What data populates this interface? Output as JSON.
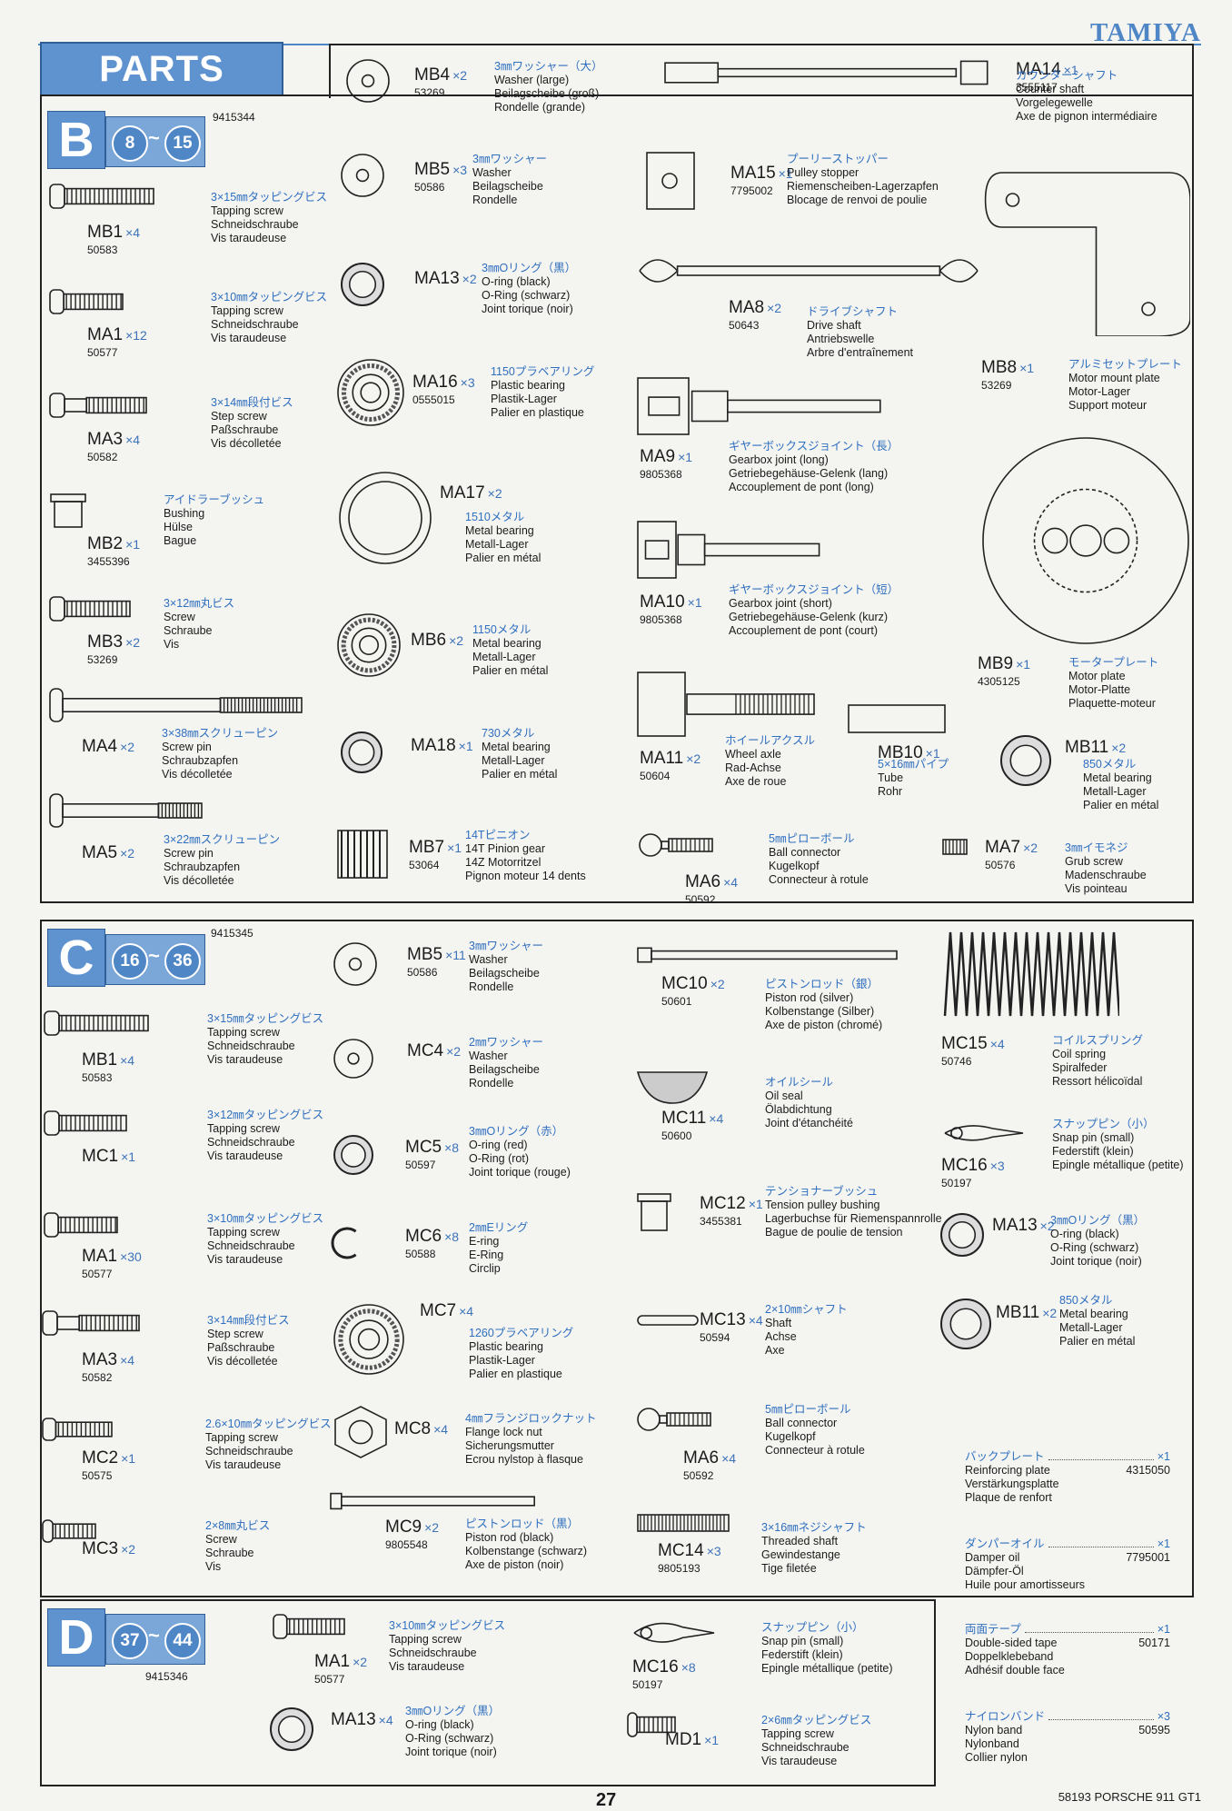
{
  "brand": "TAMIYA",
  "title": "PARTS",
  "footer": "58193 PORSCHE 911 GT1",
  "page_number": "27",
  "sections": {
    "B": {
      "letter": "B",
      "from": "8",
      "tilde": "~",
      "to": "15",
      "code": "9415344"
    },
    "C": {
      "letter": "C",
      "from": "16",
      "tilde": "~",
      "to": "36",
      "code": "9415345"
    },
    "D": {
      "letter": "D",
      "from": "37",
      "tilde": "~",
      "to": "44",
      "code": "9415346"
    }
  },
  "parts": [
    {
      "id": "b-mb1",
      "name": "MB1",
      "qty": "×4",
      "num": "50583",
      "jp": "3×15㎜タッピングビス",
      "en": "Tapping screw",
      "de": "Schneidschraube",
      "fr": "Vis taraudeuse"
    },
    {
      "id": "b-ma1",
      "name": "MA1",
      "qty": "×12",
      "num": "50577",
      "jp": "3×10㎜タッピングビス",
      "en": "Tapping screw",
      "de": "Schneidschraube",
      "fr": "Vis taraudeuse"
    },
    {
      "id": "b-ma3",
      "name": "MA3",
      "qty": "×4",
      "num": "50582",
      "jp": "3×14㎜段付ビス",
      "en": "Step screw",
      "de": "Paßschraube",
      "fr": "Vis décolletée"
    },
    {
      "id": "b-mb2",
      "name": "MB2",
      "qty": "×1",
      "num": "3455396",
      "jp": "アイドラーブッシュ",
      "en": "Bushing",
      "de": "Hülse",
      "fr": "Bague"
    },
    {
      "id": "b-mb3",
      "name": "MB3",
      "qty": "×2",
      "num": "53269",
      "jp": "3×12㎜丸ビス",
      "en": "Screw",
      "de": "Schraube",
      "fr": "Vis"
    },
    {
      "id": "b-ma4",
      "name": "MA4",
      "qty": "×2",
      "num": "",
      "jp": "3×38㎜スクリューピン",
      "en": "Screw pin",
      "de": "Schraubzapfen",
      "fr": "Vis décolletée"
    },
    {
      "id": "b-ma5",
      "name": "MA5",
      "qty": "×2",
      "num": "",
      "jp": "3×22㎜スクリューピン",
      "en": "Screw pin",
      "de": "Schraubzapfen",
      "fr": "Vis décolletée"
    },
    {
      "id": "b-mb4",
      "name": "MB4",
      "qty": "×2",
      "num": "53269",
      "jp": "3㎜ワッシャー（大）",
      "en": "Washer (large)",
      "de": "Beilagscheibe (groß)",
      "fr": "Rondelle (grande)"
    },
    {
      "id": "b-mb5",
      "name": "MB5",
      "qty": "×3",
      "num": "50586",
      "jp": "3㎜ワッシャー",
      "en": "Washer",
      "de": "Beilagscheibe",
      "fr": "Rondelle"
    },
    {
      "id": "b-ma13",
      "name": "MA13",
      "qty": "×2",
      "num": "",
      "jp": "3㎜Oリング（黒）",
      "en": "O-ring (black)",
      "de": "O-Ring (schwarz)",
      "fr": "Joint torique (noir)"
    },
    {
      "id": "b-ma16",
      "name": "MA16",
      "qty": "×3",
      "num": "0555015",
      "jp": "1150プラベアリング",
      "en": "Plastic bearing",
      "de": "Plastik-Lager",
      "fr": "Palier en plastique"
    },
    {
      "id": "b-ma17",
      "name": "MA17",
      "qty": "×2",
      "num": "",
      "jp": "1510メタル",
      "en": "Metal bearing",
      "de": "Metall-Lager",
      "fr": "Palier en métal"
    },
    {
      "id": "b-mb6",
      "name": "MB6",
      "qty": "×2",
      "num": "",
      "jp": "1150メタル",
      "en": "Metal bearing",
      "de": "Metall-Lager",
      "fr": "Palier en métal"
    },
    {
      "id": "b-ma18",
      "name": "MA18",
      "qty": "×1",
      "num": "",
      "jp": "730メタル",
      "en": "Metal bearing",
      "de": "Metall-Lager",
      "fr": "Palier en métal"
    },
    {
      "id": "b-mb7",
      "name": "MB7",
      "qty": "×1",
      "num": "53064",
      "jp": "14Tピニオン",
      "en": "14T Pinion gear",
      "de": "14Z Motorritzel",
      "fr": "Pignon moteur 14 dents"
    },
    {
      "id": "b-ma14",
      "name": "MA14",
      "qty": "×1",
      "num": "3555117",
      "jp": "カウンターシャフト",
      "en": "Counter shaft",
      "de": "Vorgelegewelle",
      "fr": "Axe de pignon intermédiaire"
    },
    {
      "id": "b-ma15",
      "name": "MA15",
      "qty": "×1",
      "num": "7795002",
      "jp": "プーリーストッパー",
      "en": "Pulley stopper",
      "de": "Riemenscheiben-Lagerzapfen",
      "fr": "Blocage de renvoi de poulie"
    },
    {
      "id": "b-ma8",
      "name": "MA8",
      "qty": "×2",
      "num": "50643",
      "jp": "ドライブシャフト",
      "en": "Drive shaft",
      "de": "Antriebswelle",
      "fr": "Arbre d'entraînement"
    },
    {
      "id": "b-mb8",
      "name": "MB8",
      "qty": "×1",
      "num": "53269",
      "jp": "アルミセットプレート",
      "en": "Motor mount plate",
      "de": "Motor-Lager",
      "fr": "Support moteur"
    },
    {
      "id": "b-ma9",
      "name": "MA9",
      "qty": "×1",
      "num": "9805368",
      "jp": "ギヤーボックスジョイント（長）",
      "en": "Gearbox joint (long)",
      "de": "Getriebegehäuse-Gelenk (lang)",
      "fr": "Accouplement de pont (long)"
    },
    {
      "id": "b-ma10",
      "name": "MA10",
      "qty": "×1",
      "num": "9805368",
      "jp": "ギヤーボックスジョイント（短）",
      "en": "Gearbox joint (short)",
      "de": "Getriebegehäuse-Gelenk (kurz)",
      "fr": "Accouplement de pont (court)"
    },
    {
      "id": "b-mb9",
      "name": "MB9",
      "qty": "×1",
      "num": "4305125",
      "jp": "モータープレート",
      "en": "Motor plate",
      "de": "Motor-Platte",
      "fr": "Plaquette-moteur"
    },
    {
      "id": "b-ma11",
      "name": "MA11",
      "qty": "×2",
      "num": "50604",
      "jp": "ホイールアクスル",
      "en": "Wheel axle",
      "de": "Rad-Achse",
      "fr": "Axe de roue"
    },
    {
      "id": "b-mb10",
      "name": "MB10",
      "qty": "×1",
      "num": "",
      "jp": "5×16㎜パイプ",
      "en": "Tube",
      "de": "Rohr",
      "fr": ""
    },
    {
      "id": "b-mb11",
      "name": "MB11",
      "qty": "×2",
      "num": "",
      "jp": "850メタル",
      "en": "Metal bearing",
      "de": "Metall-Lager",
      "fr": "Palier en métal"
    },
    {
      "id": "b-ma6",
      "name": "MA6",
      "qty": "×4",
      "num": "50592",
      "jp": "5㎜ピローボール",
      "en": "Ball connector",
      "de": "Kugelkopf",
      "fr": "Connecteur à rotule"
    },
    {
      "id": "b-ma7",
      "name": "MA7",
      "qty": "×2",
      "num": "50576",
      "jp": "3㎜イモネジ",
      "en": "Grub screw",
      "de": "Madenschraube",
      "fr": "Vis pointeau"
    },
    {
      "id": "c-mb1",
      "name": "MB1",
      "qty": "×4",
      "num": "50583",
      "jp": "3×15㎜タッピングビス",
      "en": "Tapping screw",
      "de": "Schneidschraube",
      "fr": "Vis taraudeuse"
    },
    {
      "id": "c-mc1",
      "name": "MC1",
      "qty": "×1",
      "num": "",
      "jp": "3×12㎜タッピングビス",
      "en": "Tapping screw",
      "de": "Schneidschraube",
      "fr": "Vis taraudeuse"
    },
    {
      "id": "c-ma1",
      "name": "MA1",
      "qty": "×30",
      "num": "50577",
      "jp": "3×10㎜タッピングビス",
      "en": "Tapping screw",
      "de": "Schneidschraube",
      "fr": "Vis taraudeuse"
    },
    {
      "id": "c-ma3",
      "name": "MA3",
      "qty": "×4",
      "num": "50582",
      "jp": "3×14㎜段付ビス",
      "en": "Step screw",
      "de": "Paßschraube",
      "fr": "Vis décolletée"
    },
    {
      "id": "c-mc2",
      "name": "MC2",
      "qty": "×1",
      "num": "50575",
      "jp": "2.6×10㎜タッピングビス",
      "en": "Tapping screw",
      "de": "Schneidschraube",
      "fr": "Vis taraudeuse"
    },
    {
      "id": "c-mc3",
      "name": "MC3",
      "qty": "×2",
      "num": "",
      "jp": "2×8㎜丸ビス",
      "en": "Screw",
      "de": "Schraube",
      "fr": "Vis"
    },
    {
      "id": "c-mb5",
      "name": "MB5",
      "qty": "×11",
      "num": "50586",
      "jp": "3㎜ワッシャー",
      "en": "Washer",
      "de": "Beilagscheibe",
      "fr": "Rondelle"
    },
    {
      "id": "c-mc4",
      "name": "MC4",
      "qty": "×2",
      "num": "",
      "jp": "2㎜ワッシャー",
      "en": "Washer",
      "de": "Beilagscheibe",
      "fr": "Rondelle"
    },
    {
      "id": "c-mc5",
      "name": "MC5",
      "qty": "×8",
      "num": "50597",
      "jp": "3㎜Oリング（赤）",
      "en": "O-ring (red)",
      "de": "O-Ring (rot)",
      "fr": "Joint torique (rouge)"
    },
    {
      "id": "c-mc6",
      "name": "MC6",
      "qty": "×8",
      "num": "50588",
      "jp": "2㎜Eリング",
      "en": "E-ring",
      "de": "E-Ring",
      "fr": "Circlip"
    },
    {
      "id": "c-mc7",
      "name": "MC7",
      "qty": "×4",
      "num": "",
      "jp": "1260プラベアリング",
      "en": "Plastic bearing",
      "de": "Plastik-Lager",
      "fr": "Palier en plastique"
    },
    {
      "id": "c-mc8",
      "name": "MC8",
      "qty": "×4",
      "num": "",
      "jp": "4㎜フランジロックナット",
      "en": "Flange lock nut",
      "de": "Sicherungsmutter",
      "fr": "Ecrou nylstop à flasque"
    },
    {
      "id": "c-mc9",
      "name": "MC9",
      "qty": "×2",
      "num": "9805548",
      "jp": "ピストンロッド（黒）",
      "en": "Piston rod (black)",
      "de": "Kolbenstange (schwarz)",
      "fr": "Axe de piston (noir)"
    },
    {
      "id": "c-mc10",
      "name": "MC10",
      "qty": "×2",
      "num": "50601",
      "jp": "ピストンロッド（銀）",
      "en": "Piston rod (silver)",
      "de": "Kolbenstange (Silber)",
      "fr": "Axe de piston (chromé)"
    },
    {
      "id": "c-mc11",
      "name": "MC11",
      "qty": "×4",
      "num": "50600",
      "jp": "オイルシール",
      "en": "Oil seal",
      "de": "Ölabdichtung",
      "fr": "Joint d'étanchéité"
    },
    {
      "id": "c-mc12",
      "name": "MC12",
      "qty": "×1",
      "num": "3455381",
      "jp": "テンショナーブッシュ",
      "en": "Tension pulley bushing",
      "de": "Lagerbuchse für Riemenspannrolle",
      "fr": "Bague de poulie de tension"
    },
    {
      "id": "c-mc13",
      "name": "MC13",
      "qty": "×4",
      "num": "50594",
      "jp": "2×10㎜シャフト",
      "en": "Shaft",
      "de": "Achse",
      "fr": "Axe"
    },
    {
      "id": "c-ma6",
      "name": "MA6",
      "qty": "×4",
      "num": "50592",
      "jp": "5㎜ピローボール",
      "en": "Ball connector",
      "de": "Kugelkopf",
      "fr": "Connecteur à rotule"
    },
    {
      "id": "c-mc14",
      "name": "MC14",
      "qty": "×3",
      "num": "9805193",
      "jp": "3×16㎜ネジシャフト",
      "en": "Threaded shaft",
      "de": "Gewindestange",
      "fr": "Tige filetée"
    },
    {
      "id": "c-mc15",
      "name": "MC15",
      "qty": "×4",
      "num": "50746",
      "jp": "コイルスプリング",
      "en": "Coil spring",
      "de": "Spiralfeder",
      "fr": "Ressort hélicoïdal"
    },
    {
      "id": "c-mc16",
      "name": "MC16",
      "qty": "×3",
      "num": "50197",
      "jp": "スナップピン（小）",
      "en": "Snap pin (small)",
      "de": "Federstift (klein)",
      "fr": "Epingle métallique (petite)"
    },
    {
      "id": "c-ma13",
      "name": "MA13",
      "qty": "×2",
      "num": "",
      "jp": "3㎜Oリング（黒）",
      "en": "O-ring (black)",
      "de": "O-Ring (schwarz)",
      "fr": "Joint torique (noir)"
    },
    {
      "id": "c-mb11",
      "name": "MB11",
      "qty": "×2",
      "num": "",
      "jp": "850メタル",
      "en": "Metal bearing",
      "de": "Metall-Lager",
      "fr": "Palier en métal"
    },
    {
      "id": "d-ma1",
      "name": "MA1",
      "qty": "×2",
      "num": "50577",
      "jp": "3×10㎜タッピングビス",
      "en": "Tapping screw",
      "de": "Schneidschraube",
      "fr": "Vis taraudeuse"
    },
    {
      "id": "d-ma13",
      "name": "MA13",
      "qty": "×4",
      "num": "",
      "jp": "3㎜Oリング（黒）",
      "en": "O-ring (black)",
      "de": "O-Ring (schwarz)",
      "fr": "Joint torique (noir)"
    },
    {
      "id": "d-mc16",
      "name": "MC16",
      "qty": "×8",
      "num": "50197",
      "jp": "スナップピン（小）",
      "en": "Snap pin (small)",
      "de": "Federstift (klein)",
      "fr": "Epingle métallique (petite)"
    },
    {
      "id": "d-md1",
      "name": "MD1",
      "qty": "×1",
      "num": "",
      "jp": "2×6㎜タッピングビス",
      "en": "Tapping screw",
      "de": "Schneidschraube",
      "fr": "Vis taraudeuse"
    }
  ],
  "accessories": [
    {
      "id": "acc-plate",
      "jp": "バックプレート",
      "qty": "×1",
      "num": "4315050",
      "en": "Reinforcing plate",
      "de": "Verstärkungsplatte",
      "fr": "Plaque de renfort"
    },
    {
      "id": "acc-oil",
      "jp": "ダンパーオイル",
      "qty": "×1",
      "num": "7795001",
      "en": "Damper oil",
      "de": "Dämpfer-Öl",
      "fr": "Huile pour amortisseurs"
    },
    {
      "id": "acc-tape",
      "jp": "両面テープ",
      "qty": "×1",
      "num": "50171",
      "en": "Double-sided tape",
      "de": "Doppelklebeband",
      "fr": "Adhésif double face"
    },
    {
      "id": "acc-band",
      "jp": "ナイロンバンド",
      "qty": "×3",
      "num": "50595",
      "en": "Nylon band",
      "de": "Nylonband",
      "fr": "Collier nylon"
    }
  ]
}
